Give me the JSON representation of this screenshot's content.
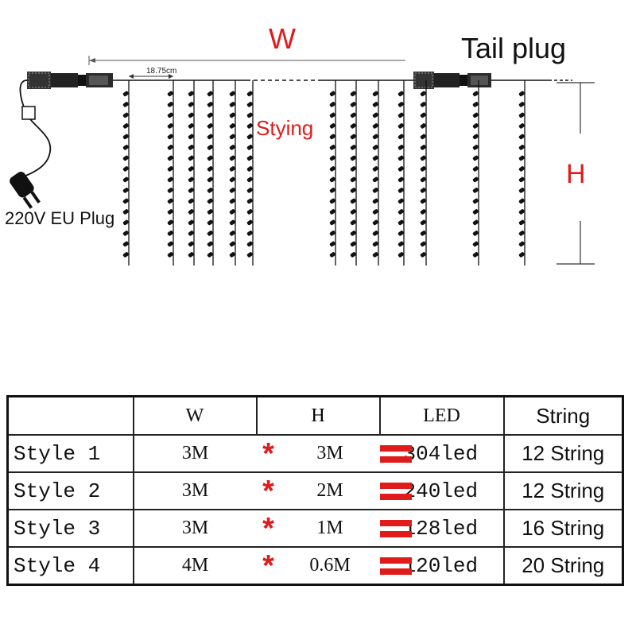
{
  "diagram": {
    "width_label": "W",
    "tail_plug_label": "Tail plug",
    "spacing_label": "18.75cm",
    "styling_label": "Stying",
    "height_label": "H",
    "plug_label": "220V EU Plug",
    "accent_color": "#e01b1b"
  },
  "table": {
    "headers": [
      "W",
      "H",
      "LED",
      "String"
    ],
    "rows": [
      {
        "style": "Style 1",
        "w": "3M",
        "h": "3M",
        "led": "304led",
        "strings": "12 String"
      },
      {
        "style": "Style 2",
        "w": "3M",
        "h": "2M",
        "led": "240led",
        "strings": "12 String"
      },
      {
        "style": "Style 3",
        "w": "3M",
        "h": "1M",
        "led": "128led",
        "strings": "16 String"
      },
      {
        "style": "Style 4",
        "w": "4M",
        "h": "0.6M",
        "led": "120led",
        "strings": "20 String"
      }
    ],
    "multiply_symbol": "*",
    "equals_symbol": "="
  }
}
